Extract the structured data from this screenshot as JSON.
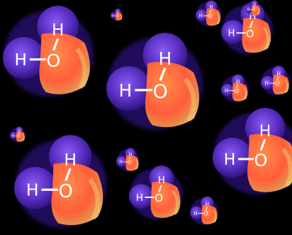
{
  "scene": {
    "background": "#000000",
    "colors": {
      "hydrogen": "#6b3fd8",
      "hydrogen_glow": "#a070ff",
      "oxygen": "#ff6a3d",
      "oxygen_highlight": "#ffb07a",
      "oxygen_rim": "#e8b25a",
      "bond_and_label": "#ffffff"
    },
    "molecules": [
      {
        "h1": "H",
        "h2": "H",
        "o": "O"
      },
      {
        "h1": "H",
        "h2": "H",
        "o": "O"
      },
      {
        "h1": "H",
        "h2": "H",
        "o": "O"
      },
      {
        "h1": "H",
        "h2": "H",
        "o": "O"
      },
      {
        "h1": "H",
        "h2": "H",
        "o": "O"
      },
      {
        "h1": "H",
        "h2": "H",
        "o": "O"
      },
      {
        "h1": "H",
        "h2": "H",
        "o": "O"
      },
      {
        "h1": "H",
        "h2": "H",
        "o": "O"
      },
      {
        "h1": "H",
        "h2": "H",
        "o": "O"
      },
      {
        "h1": "H",
        "h2": "H",
        "o": "O"
      },
      {
        "h1": "H",
        "h2": "H",
        "o": "O"
      },
      {
        "h1": "H",
        "h2": "H",
        "o": "O"
      },
      {
        "h1": "H",
        "h2": "H",
        "o": "O"
      },
      {
        "h1": "H",
        "h2": "H",
        "o": "O"
      }
    ]
  }
}
